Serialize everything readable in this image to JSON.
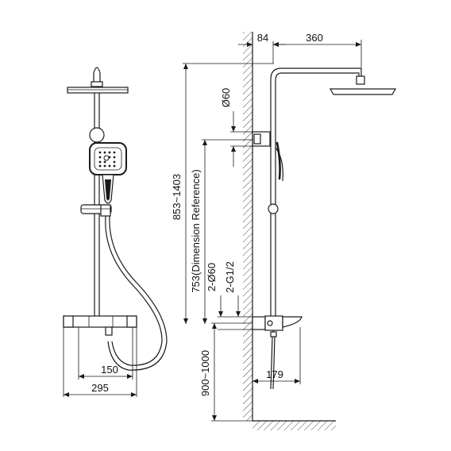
{
  "dimensions": {
    "wall_offset": "84",
    "arm_length": "360",
    "pipe_diameter": "Ø60",
    "total_height": "853~1403",
    "reference_height": "753(Dimension Reference)",
    "inlet_diameter": "2-Ø60",
    "inlet_thread": "2-G1/2",
    "mount_height": "900~1000",
    "valve_projection": "179",
    "inlet_spacing": "150",
    "body_width": "295"
  }
}
